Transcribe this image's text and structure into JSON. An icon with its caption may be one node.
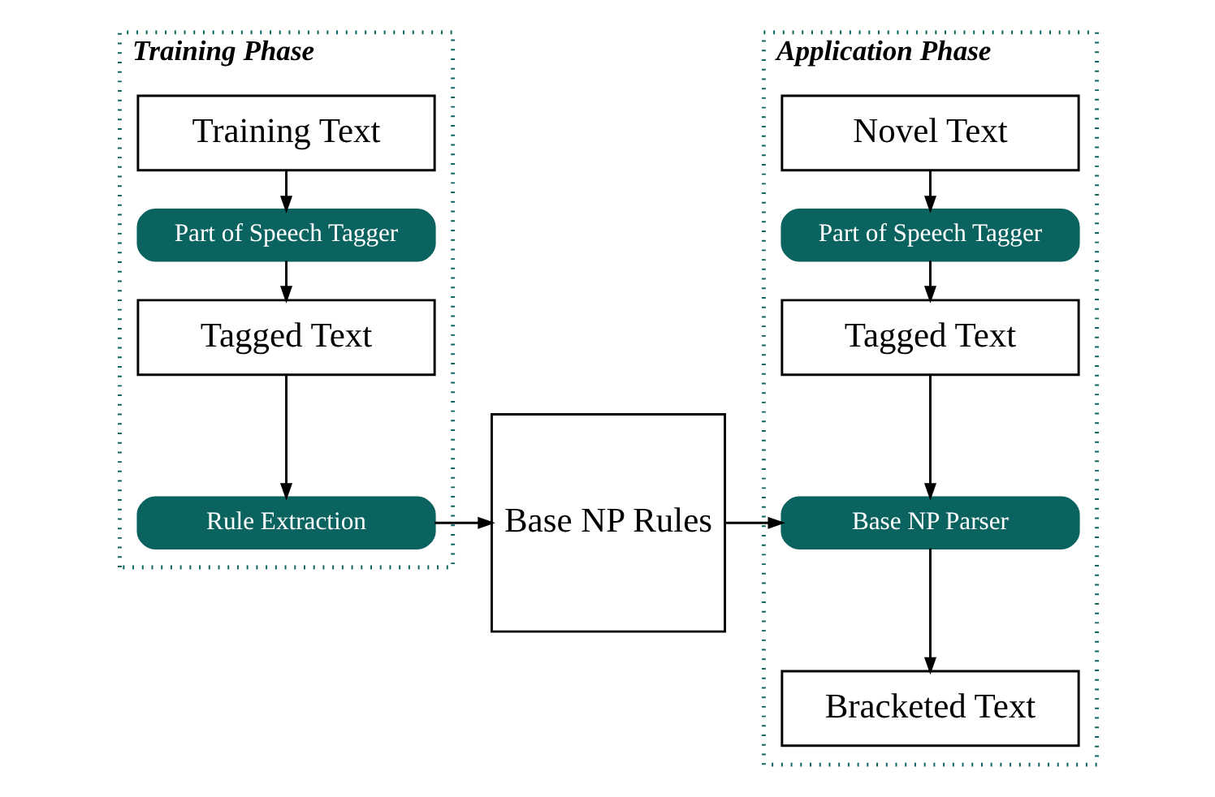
{
  "diagram": {
    "nodes": [
      {
        "text": [
          "Training Phase"
        ]
      },
      {
        "text": [
          "Training Text"
        ],
        "in": 0
      },
      {
        "text": [
          "Part of Speech Tagger"
        ],
        "in": 0
      },
      {
        "text": [
          "Tagged Text"
        ],
        "in": 0
      },
      {
        "text": [
          "Rule Extraction"
        ],
        "in": 0
      },
      {
        "text": [
          "Base NP Rules"
        ]
      },
      {
        "text": [
          "Application Phase"
        ]
      },
      {
        "text": [
          "Novel Text"
        ],
        "in": 6
      },
      {
        "text": [
          "Part of Speech Tagger"
        ],
        "in": 6
      },
      {
        "text": [
          "Tagged Text"
        ],
        "in": 6
      },
      {
        "text": [
          "Base NP Parser"
        ],
        "in": 6
      },
      {
        "text": [
          "Bracketed Text"
        ],
        "in": 6
      }
    ],
    "edges": [
      {
        "from": 1,
        "to": 2,
        "arrow": "to"
      },
      {
        "from": 2,
        "to": 3,
        "arrow": "to"
      },
      {
        "from": 3,
        "to": 4,
        "arrow": "to"
      },
      {
        "from": 4,
        "to": 5,
        "arrow": "to"
      },
      {
        "from": 5,
        "to": 10,
        "arrow": "to"
      },
      {
        "from": 7,
        "to": 8,
        "arrow": "to"
      },
      {
        "from": 8,
        "to": 9,
        "arrow": "to"
      },
      {
        "from": 9,
        "to": 10,
        "arrow": "to"
      },
      {
        "from": 10,
        "to": 11,
        "arrow": "to"
      }
    ]
  }
}
